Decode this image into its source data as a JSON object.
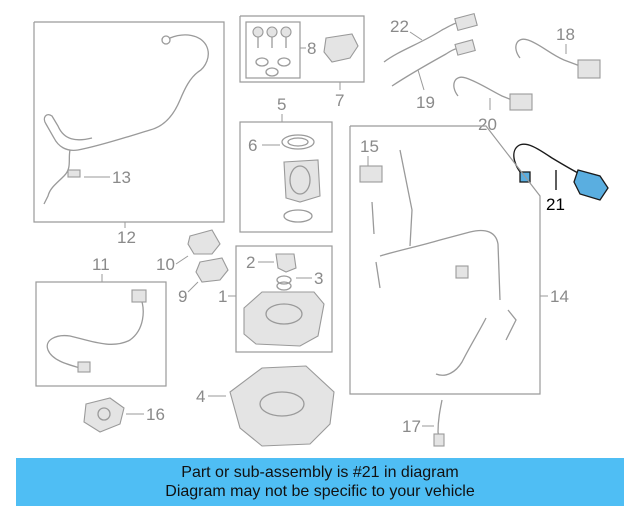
{
  "callouts": {
    "c1": "1",
    "c2": "2",
    "c3": "3",
    "c4": "4",
    "c5": "5",
    "c6": "6",
    "c7": "7",
    "c8": "8",
    "c9": "9",
    "c10": "10",
    "c11": "11",
    "c12": "12",
    "c13": "13",
    "c14": "14",
    "c15": "15",
    "c16": "16",
    "c17": "17",
    "c18": "18",
    "c19": "19",
    "c20": "20",
    "c21": "21",
    "c22": "22"
  },
  "highlighted_part": "21",
  "banner": {
    "line1": "Part or sub-assembly is #21 in diagram",
    "line2": "Diagram may not be specific to your vehicle"
  },
  "colors": {
    "banner_bg": "#4fbef4",
    "highlight_part": "#5aaee0",
    "line_art": "#9a9a9a"
  }
}
